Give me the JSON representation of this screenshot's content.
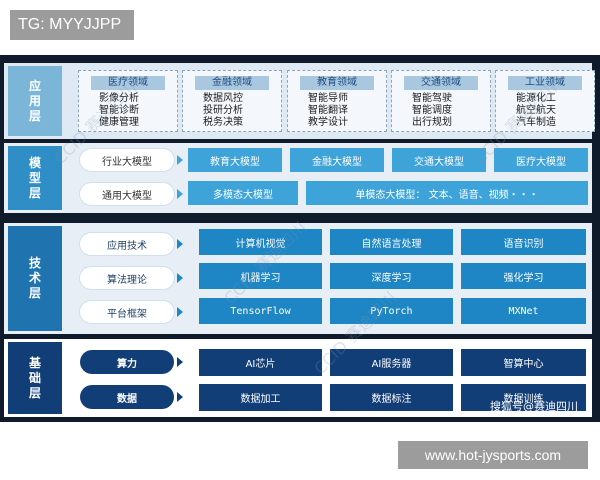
{
  "tag": "TG: MYYJJPP",
  "layers": {
    "app": "应用层",
    "model": "模型层",
    "tech": "技术层",
    "base": "基础层"
  },
  "app_cards": [
    {
      "title": "医疗领域",
      "items": [
        "影像分析",
        "智能诊断",
        "健康管理"
      ]
    },
    {
      "title": "金融领域",
      "items": [
        "数据风控",
        "投研分析",
        "税务决策"
      ]
    },
    {
      "title": "教育领域",
      "items": [
        "智能导师",
        "智能翻译",
        "教学设计"
      ]
    },
    {
      "title": "交通领域",
      "items": [
        "智能驾驶",
        "智能调度",
        "出行规划"
      ]
    },
    {
      "title": "工业领域",
      "items": [
        "能源化工",
        "航空航天",
        "汽车制造"
      ]
    }
  ],
  "model": {
    "industry_pill": "行业大模型",
    "general_pill": "通用大模型",
    "industry_boxes": [
      "教育大模型",
      "金融大模型",
      "交通大模型",
      "医疗大模型"
    ],
    "multimodal": "多模态大模型",
    "single": "单模态大模型：      文本、语音、视频・・・"
  },
  "tech": {
    "pills": [
      "应用技术",
      "算法理论",
      "平台框架"
    ],
    "rows": [
      [
        "计算机视觉",
        "自然语言处理",
        "语音识别"
      ],
      [
        "机器学习",
        "深度学习",
        "强化学习"
      ],
      [
        "TensorFlow",
        "PyTorch",
        "MXNet"
      ]
    ]
  },
  "base": {
    "pills": [
      "算力",
      "数据"
    ],
    "rows": [
      [
        "AI芯片",
        "AI服务器",
        "智算中心"
      ],
      [
        "数据加工",
        "数据标注",
        "数据训练"
      ]
    ]
  },
  "watermark": "CCID 赛迪四川",
  "stamp": "搜狐号@赛迪四川",
  "url": "www.hot-jysports.com"
}
